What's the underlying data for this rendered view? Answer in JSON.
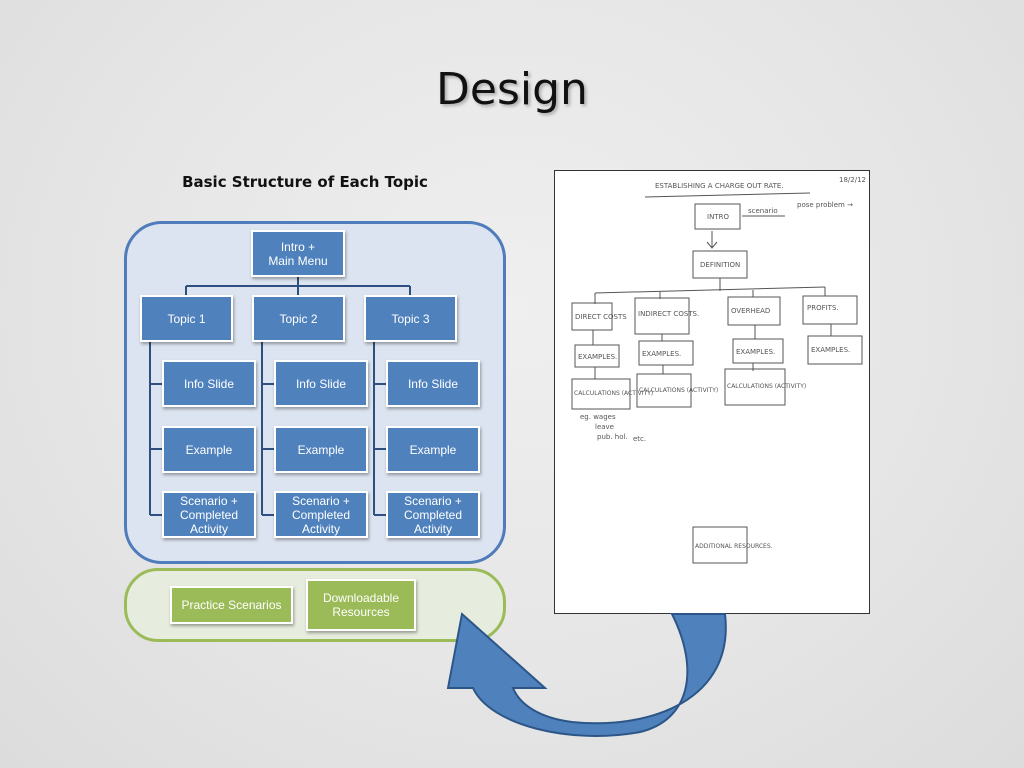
{
  "slide": {
    "title": "Design"
  },
  "structure": {
    "title": "Basic Structure of Each Topic",
    "root": "Intro  +\nMain Menu",
    "topics": [
      {
        "label": "Topic 1",
        "children": [
          "Info Slide",
          "Example",
          "Scenario +\nCompleted\nActivity"
        ]
      },
      {
        "label": "Topic 2",
        "children": [
          "Info Slide",
          "Example",
          "Scenario +\nCompleted\nActivity"
        ]
      },
      {
        "label": "Topic 3",
        "children": [
          "Info Slide",
          "Example",
          "Scenario +\nCompleted\nActivity"
        ]
      }
    ]
  },
  "resources": {
    "practice": "Practice Scenarios",
    "downloadable": "Downloadable\nResources"
  },
  "sketch": {
    "heading": "ESTABLISHING  A  CHARGE OUT RATE.",
    "date": "18/2/12",
    "intro": "INTRO",
    "scenario": "scenario",
    "note": "pose problem →",
    "definition": "DEFINITION",
    "direct": "DIRECT COSTS",
    "indirect": "INDIRECT COSTS.",
    "overhead": "OVERHEAD",
    "profits": "PROFITS.",
    "examples": "EXAMPLES.",
    "calc": "CALCULATIONS (ACTIVITY)",
    "eg1": "eg. wages",
    "eg2": "leave",
    "eg3": "pub. hol.",
    "etc": "etc.",
    "additional": "ADDITIONAL RESOURCES."
  },
  "colors": {
    "box_blue": "#4f81bd",
    "box_green": "#9bbb59",
    "arrow_blue": "#4f81bd"
  }
}
